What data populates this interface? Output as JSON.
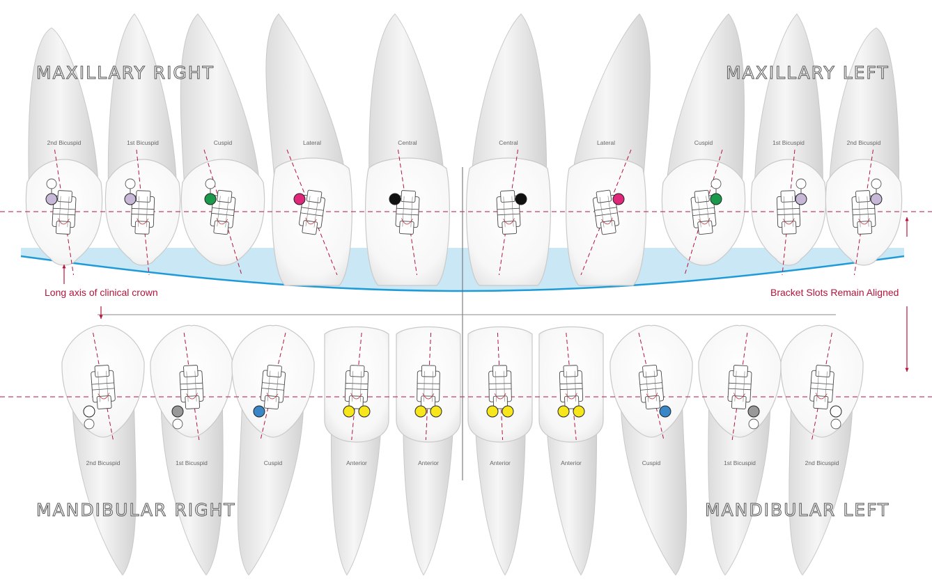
{
  "quadrants": {
    "upper_right": "MAXILLARY RIGHT",
    "upper_left": "MAXILLARY LEFT",
    "lower_right": "MANDIBULAR RIGHT",
    "lower_left": "MANDIBULAR LEFT"
  },
  "annotations": {
    "long_axis": "Long axis of clinical crown",
    "slots_aligned": "Bracket Slots Remain Aligned"
  },
  "maxillary_teeth": [
    {
      "name": "2nd Bicuspid",
      "dot_color": "#c8b8d8",
      "dot_side": "left"
    },
    {
      "name": "1st Bicuspid",
      "dot_color": "#c8b8d8",
      "dot_side": "left"
    },
    {
      "name": "Cuspid",
      "dot_color": "#1a9a4a",
      "dot_side": "left"
    },
    {
      "name": "Lateral",
      "dot_color": "#e0287a",
      "dot_side": "left"
    },
    {
      "name": "Central",
      "dot_color": "#111111",
      "dot_side": "left"
    },
    {
      "name": "Central",
      "dot_color": "#111111",
      "dot_side": "right"
    },
    {
      "name": "Lateral",
      "dot_color": "#e0287a",
      "dot_side": "right"
    },
    {
      "name": "Cuspid",
      "dot_color": "#1a9a4a",
      "dot_side": "right"
    },
    {
      "name": "1st Bicuspid",
      "dot_color": "#c8b8d8",
      "dot_side": "right"
    },
    {
      "name": "2nd Bicuspid",
      "dot_color": "#c8b8d8",
      "dot_side": "right"
    }
  ],
  "mandibular_teeth": [
    {
      "name": "2nd Bicuspid",
      "dot_color": "#ffffff",
      "dots": 1,
      "dot_side": "left"
    },
    {
      "name": "1st Bicuspid",
      "dot_color": "#999999",
      "dots": 1,
      "dot_side": "left"
    },
    {
      "name": "Cuspid",
      "dot_color": "#3a86c6",
      "dots": 1,
      "dot_side": "left"
    },
    {
      "name": "Anterior",
      "dot_color": "#f7e61c",
      "dots": 2,
      "dot_side": "both"
    },
    {
      "name": "Anterior",
      "dot_color": "#f7e61c",
      "dots": 2,
      "dot_side": "both"
    },
    {
      "name": "Anterior",
      "dot_color": "#f7e61c",
      "dots": 2,
      "dot_side": "both"
    },
    {
      "name": "Anterior",
      "dot_color": "#f7e61c",
      "dots": 2,
      "dot_side": "both"
    },
    {
      "name": "Cuspid",
      "dot_color": "#3a86c6",
      "dots": 1,
      "dot_side": "right"
    },
    {
      "name": "1st Bicuspid",
      "dot_color": "#999999",
      "dots": 1,
      "dot_side": "right"
    },
    {
      "name": "2nd Bicuspid",
      "dot_color": "#ffffff",
      "dots": 1,
      "dot_side": "right"
    }
  ],
  "colors": {
    "accent": "#b5133a",
    "occlusal_band": "#bfe3f3",
    "occlusal_curve": "#1e9bd7",
    "tooth_outline": "#c9c9c9"
  }
}
